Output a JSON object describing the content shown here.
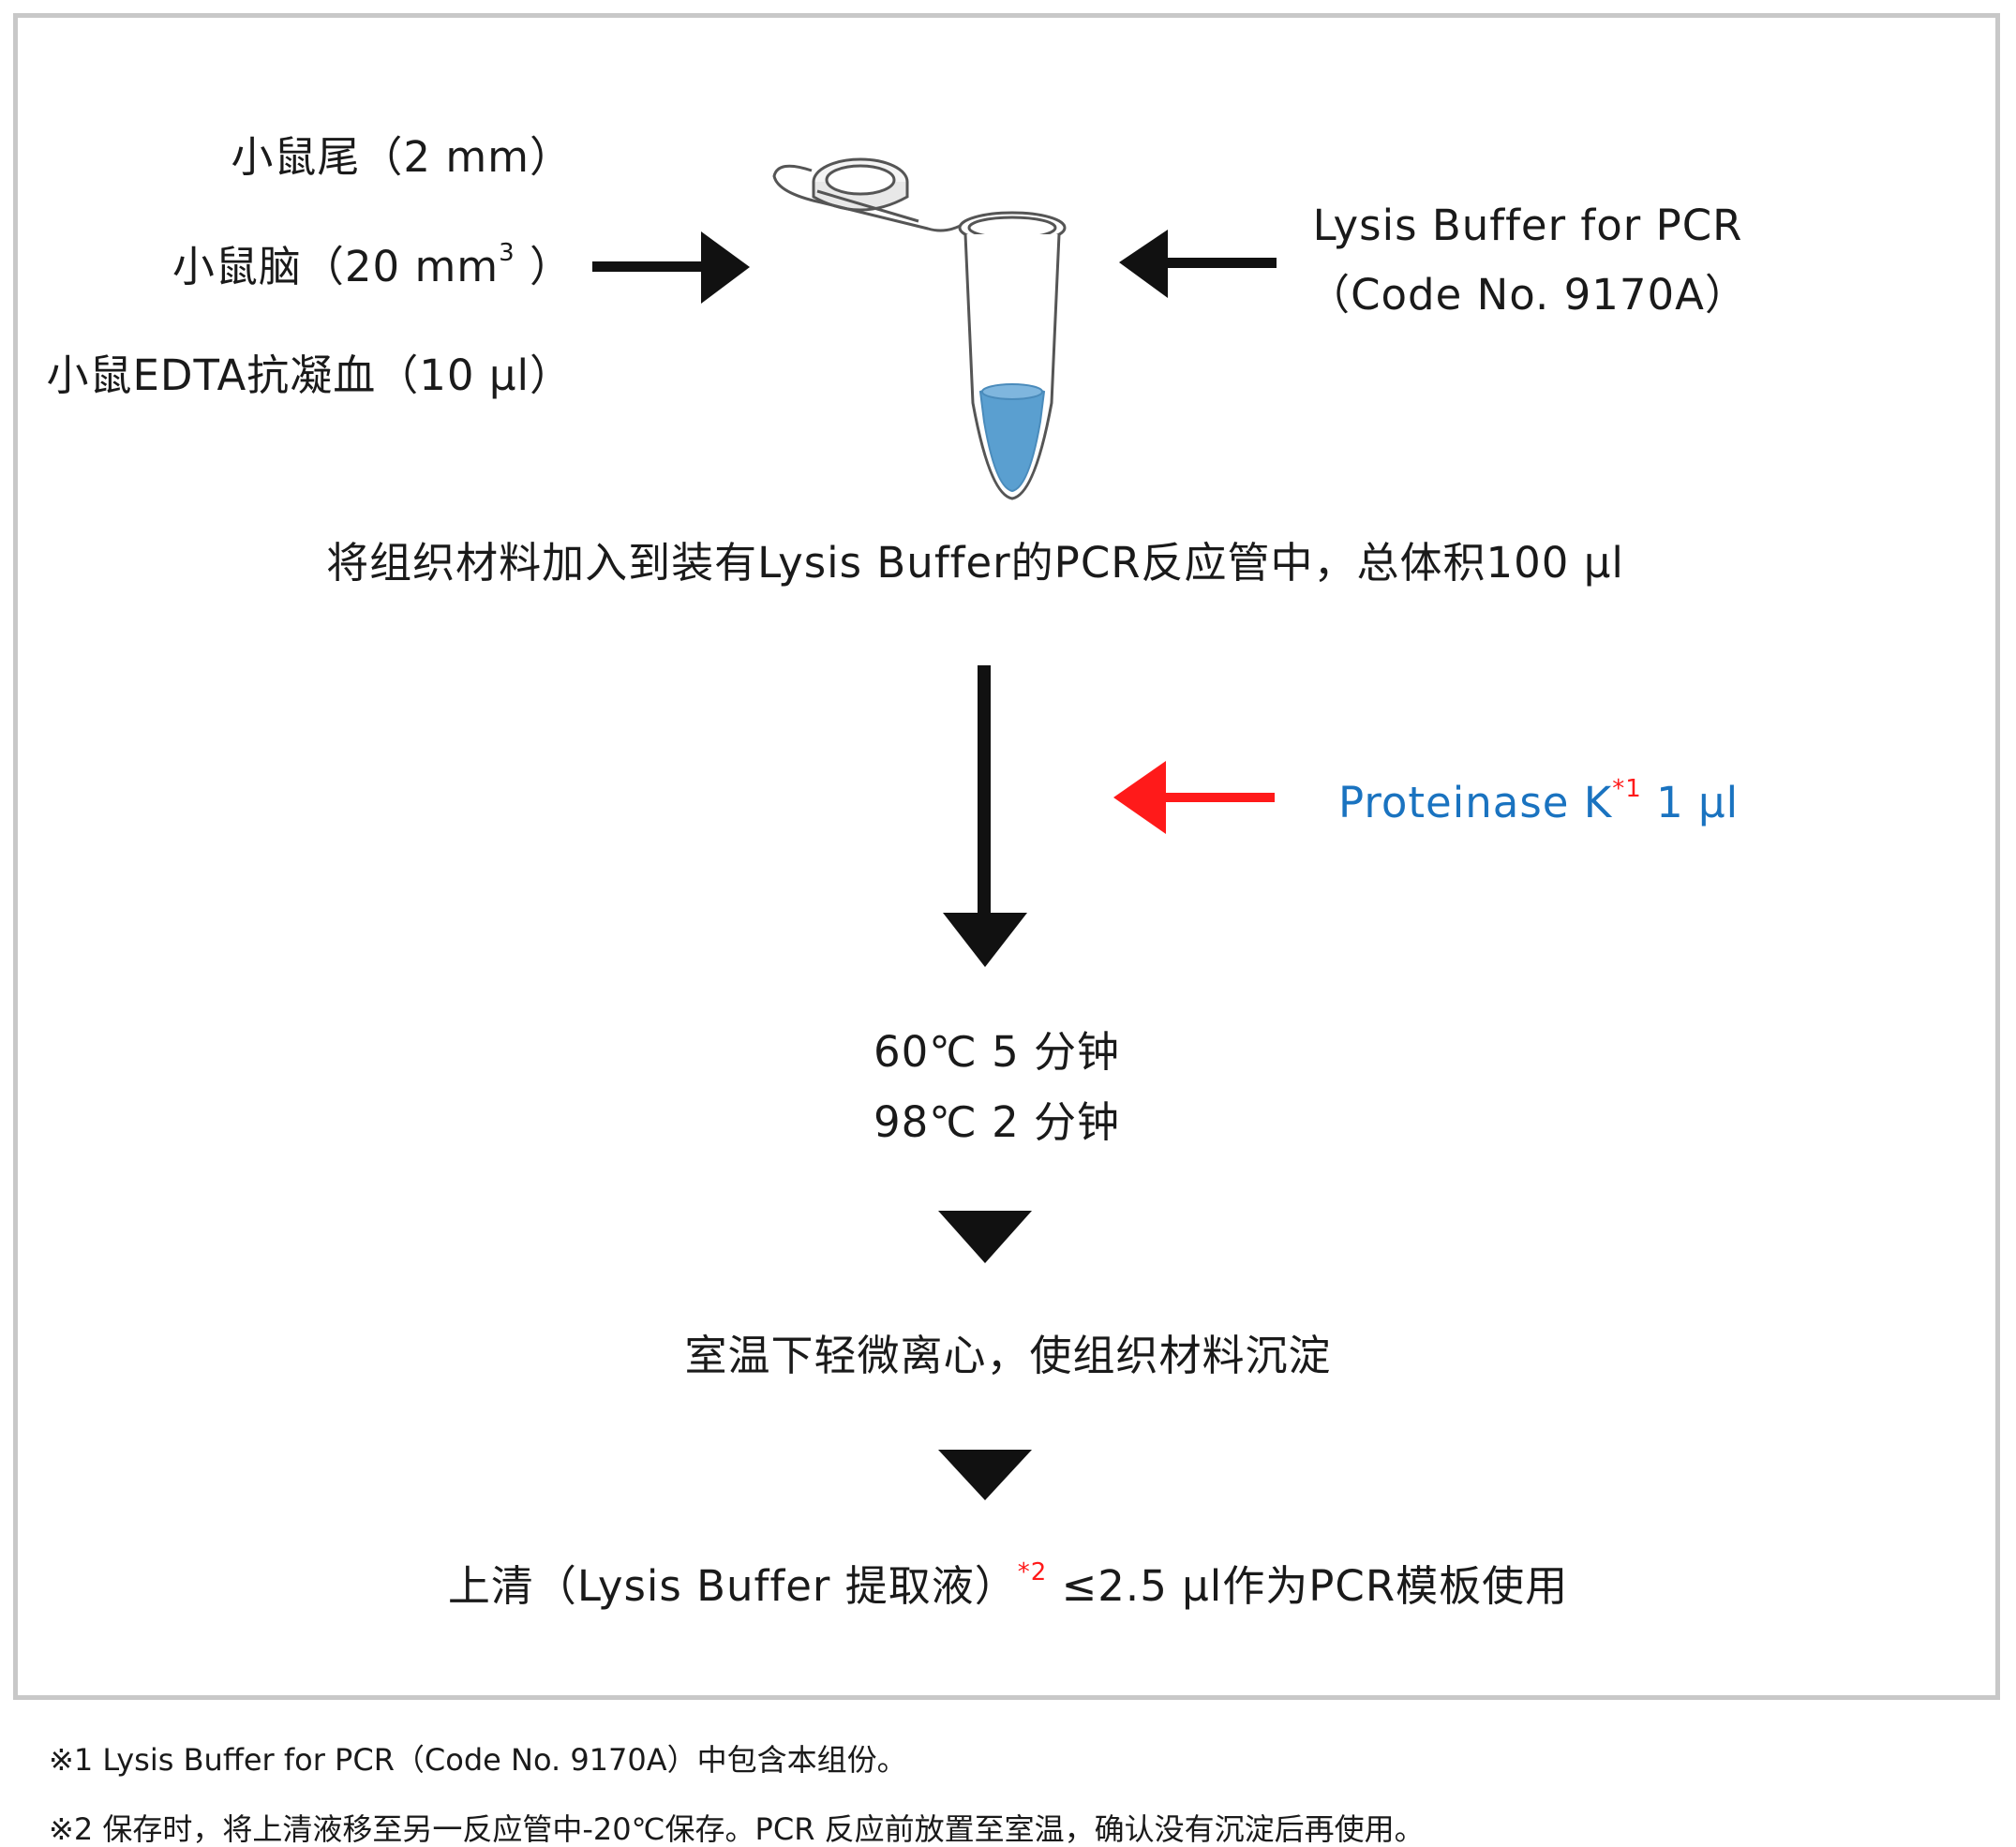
{
  "samples": {
    "tail": "小鼠尾（2 mm）",
    "brain_prefix": "小鼠脑（20 mm",
    "brain_sup": "3",
    "brain_suffix": " ）",
    "blood": "小鼠EDTA抗凝血（10 μl）"
  },
  "buffer": {
    "name": "Lysis Buffer for PCR",
    "code": "（Code No. 9170A）"
  },
  "step1": "将组织材料加入到装有Lysis Buffer的PCR反应管中，总体积100 μl",
  "proteinase": {
    "name": "Proteinase K",
    "mark": "*1",
    "volume": " 1 μl"
  },
  "incubation": {
    "line1": "60℃  5 分钟",
    "line2": "98℃  2 分钟"
  },
  "step3": "室温下轻微离心，使组织材料沉淀",
  "step4": {
    "prefix": "上清（Lysis Buffer 提取液）",
    "mark": "*2",
    "suffix": " ≤2.5 μl作为PCR模板使用"
  },
  "notes": [
    "※1 Lysis Buffer for PCR（Code No. 9170A）中包含本组份。",
    "※2 保存时，将上清液移至另一反应管中-20℃保存。PCR 反应前放置至室温，确认没有沉淀后再使用。"
  ],
  "colors": {
    "proteinase_text": "#1a73c0",
    "asterisk_marks": "#ff1a1a",
    "proteinase_arrow": "#ff1a1a",
    "liquid": "#5a9fd0",
    "frame_border": "#c8c8c8"
  },
  "icons": {
    "tube": "pcr-tube-icon"
  }
}
